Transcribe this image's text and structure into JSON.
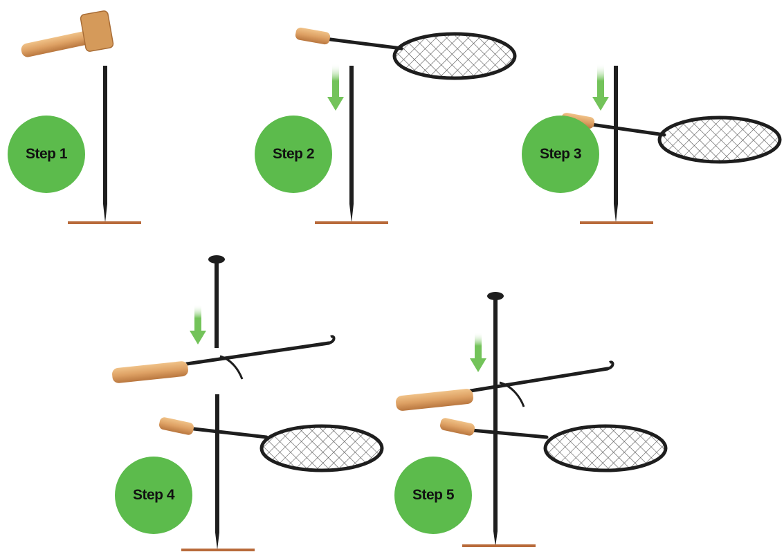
{
  "steps": [
    {
      "label": "Step 1"
    },
    {
      "label": "Step 2"
    },
    {
      "label": "Step 3"
    },
    {
      "label": "Step 4"
    },
    {
      "label": "Step 5"
    }
  ],
  "colors": {
    "badge": "#5cbb4c",
    "arrow": "#73c35a",
    "iron": "#1e1e1e",
    "ground": "#b86a3a",
    "wood": "#e0a96b",
    "wood_dark": "#b9773f"
  },
  "icons": [
    "mallet-icon",
    "down-arrow-icon",
    "grill-grate-icon",
    "wooden-handle-icon",
    "ground-stake-icon",
    "swing-arm-icon"
  ]
}
